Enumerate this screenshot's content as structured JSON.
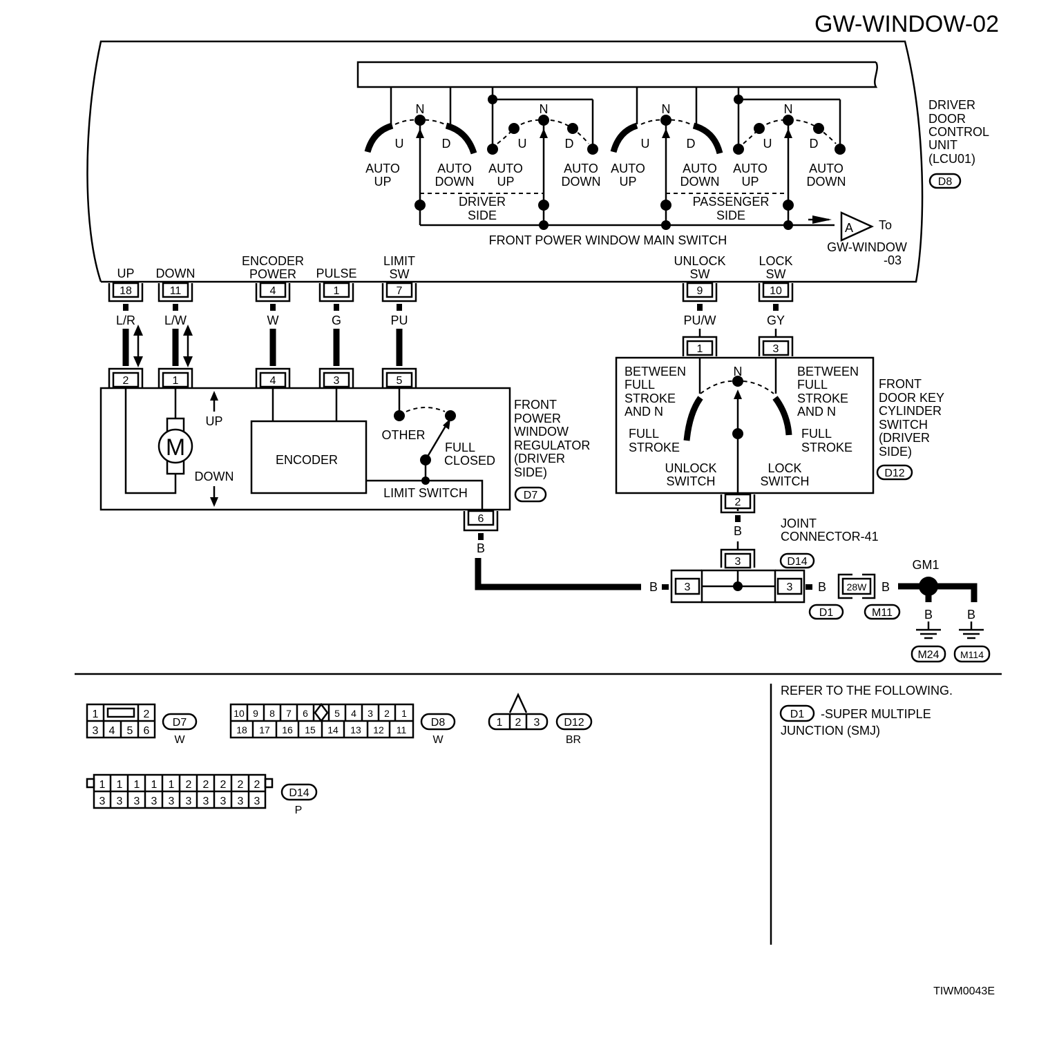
{
  "title": "GW-WINDOW-02",
  "footer_code": "TIWM0043E",
  "main_switch": {
    "label": "FRONT POWER WINDOW MAIN SWITCH",
    "n": "N",
    "u": "U",
    "d": "D",
    "auto_up": [
      "AUTO",
      "UP"
    ],
    "auto_down": [
      "AUTO",
      "DOWN"
    ],
    "driver_side": [
      "DRIVER",
      "SIDE"
    ],
    "passenger_side": [
      "PASSENGER",
      "SIDE"
    ]
  },
  "dcu": {
    "label": [
      "DRIVER",
      "DOOR",
      "CONTROL",
      "UNIT",
      "(LCU01)"
    ],
    "connector": "D8"
  },
  "to_ref": {
    "letter": "A",
    "to": "To",
    "target": [
      "GW-WINDOW",
      "-03"
    ]
  },
  "terminals": [
    {
      "name": [
        "UP"
      ],
      "pin": "18",
      "wire": "L/R"
    },
    {
      "name": [
        "DOWN"
      ],
      "pin": "11",
      "wire": "L/W"
    },
    {
      "name": [
        "ENCODER",
        "POWER"
      ],
      "pin": "4",
      "wire": "W"
    },
    {
      "name": [
        "PULSE"
      ],
      "pin": "1",
      "wire": "G"
    },
    {
      "name": [
        "LIMIT",
        "SW"
      ],
      "pin": "7",
      "wire": "PU"
    },
    {
      "name": [
        "UNLOCK",
        "SW"
      ],
      "pin": "9",
      "wire": "PU/W"
    },
    {
      "name": [
        "LOCK",
        "SW"
      ],
      "pin": "10",
      "wire": "GY"
    }
  ],
  "regulator": {
    "pins": [
      "2",
      "1",
      "4",
      "3",
      "5"
    ],
    "ground_pin": "6",
    "ground_wire": "B",
    "motor": "M",
    "up": "UP",
    "down": "DOWN",
    "encoder": "ENCODER",
    "other": "OTHER",
    "full_closed": [
      "FULL",
      "CLOSED"
    ],
    "limit_switch": "LIMIT SWITCH",
    "label": [
      "FRONT",
      "POWER",
      "WINDOW",
      "REGULATOR",
      "(DRIVER",
      " SIDE)"
    ],
    "connector": "D7"
  },
  "key_cylinder": {
    "pins": [
      "1",
      "3"
    ],
    "ground_pin": "2",
    "n": "N",
    "between_left": [
      "BETWEEN",
      "FULL",
      "STROKE",
      "AND N"
    ],
    "between_right": [
      "BETWEEN",
      "FULL",
      "STROKE",
      "AND N"
    ],
    "full_stroke_left": [
      "FULL",
      "STROKE"
    ],
    "full_stroke_right": [
      "FULL",
      "STROKE"
    ],
    "unlock_switch": [
      "UNLOCK",
      "SWITCH"
    ],
    "lock_switch": [
      "LOCK",
      "SWITCH"
    ],
    "label": [
      "FRONT",
      "DOOR KEY",
      "CYLINDER",
      "SWITCH",
      "(DRIVER",
      " SIDE)"
    ],
    "connector": "D12"
  },
  "joint": {
    "label": [
      "JOINT",
      "CONNECTOR-41"
    ],
    "connector": "D14",
    "pin_top": "3",
    "pin_left": "3",
    "pin_right": "3",
    "wire_top": "B",
    "wire_left": "B",
    "wire_right": "B",
    "smj_pin": "28W",
    "smj_connector": "D1",
    "smj_wire": "B",
    "m11": "M11",
    "ground_name": "GM1",
    "ground_wires": [
      "B",
      "B"
    ],
    "grounds": [
      "M24",
      "M114"
    ]
  },
  "legend": {
    "d7": {
      "top": [
        "1",
        "2"
      ],
      "bottom": [
        "3",
        "4",
        "5",
        "6"
      ],
      "id": "D7",
      "color": "W"
    },
    "d8": {
      "top": [
        "10",
        "9",
        "8",
        "7",
        "6",
        "5",
        "4",
        "3",
        "2",
        "1"
      ],
      "bottom": [
        "18",
        "17",
        "16",
        "15",
        "14",
        "13",
        "12",
        "11"
      ],
      "id": "D8",
      "color": "W"
    },
    "d12": {
      "pins": [
        "1",
        "2",
        "3"
      ],
      "id": "D12",
      "color": "BR"
    },
    "d14": {
      "top": [
        "1",
        "1",
        "1",
        "1",
        "1",
        "2",
        "2",
        "2",
        "2",
        "2"
      ],
      "bottom": [
        "3",
        "3",
        "3",
        "3",
        "3",
        "3",
        "3",
        "3",
        "3",
        "3"
      ],
      "id": "D14",
      "color": "P"
    }
  },
  "refer": {
    "heading": "REFER TO THE FOLLOWING.",
    "connector": "D1",
    "text": "-SUPER MULTIPLE",
    "text2": "JUNCTION (SMJ)"
  }
}
